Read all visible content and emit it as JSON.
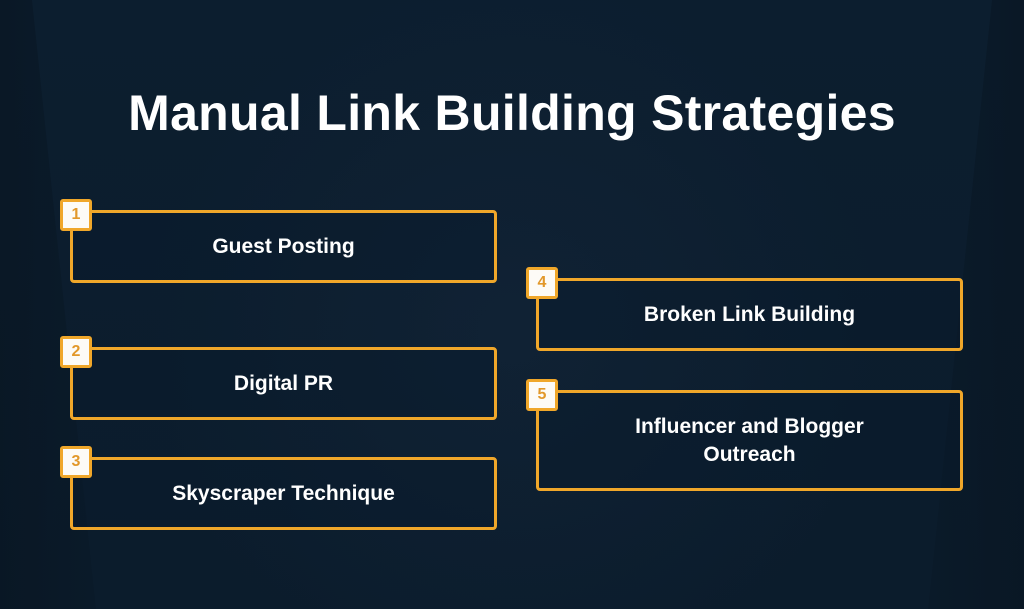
{
  "title": "Manual Link Building Strategies",
  "colors": {
    "background": "#0c1d2e",
    "accent": "#f0a72a",
    "text": "#ffffff"
  },
  "items": [
    {
      "number": "1",
      "label": "Guest Posting"
    },
    {
      "number": "2",
      "label": "Digital PR"
    },
    {
      "number": "3",
      "label": "Skyscraper Technique"
    },
    {
      "number": "4",
      "label": "Broken Link Building"
    },
    {
      "number": "5",
      "label": "Influencer and Blogger Outreach"
    }
  ]
}
